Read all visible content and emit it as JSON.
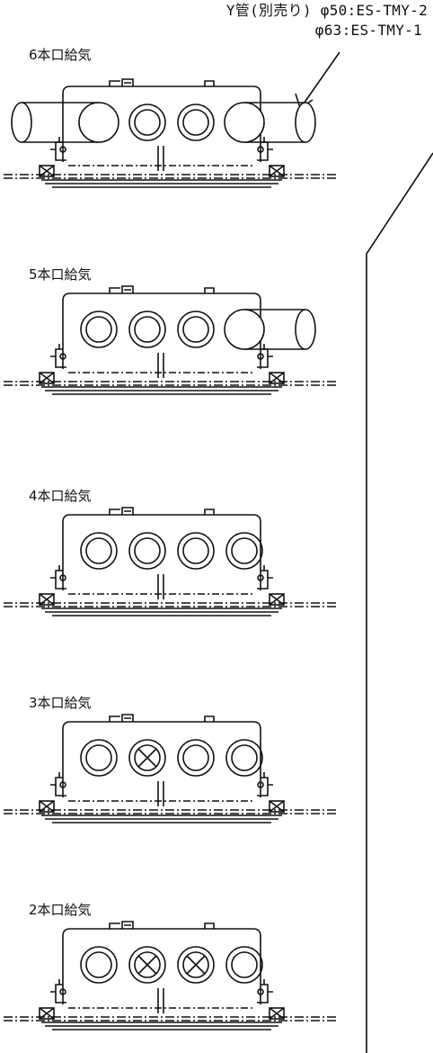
{
  "note": {
    "line1": "Y管(別売り) φ50:ES-TMY-2",
    "line2": "φ63:ES-TMY-1"
  },
  "sections": [
    {
      "label": "6本口給気",
      "ports": [
        "y-pipe",
        "open",
        "open",
        "y-pipe"
      ]
    },
    {
      "label": "5本口給気",
      "ports": [
        "open",
        "open",
        "open",
        "y-pipe"
      ]
    },
    {
      "label": "4本口給気",
      "ports": [
        "open",
        "open",
        "open",
        "open"
      ]
    },
    {
      "label": "3本口給気",
      "ports": [
        "open",
        "closed",
        "open",
        "open"
      ]
    },
    {
      "label": "2本口給気",
      "ports": [
        "open",
        "closed",
        "closed",
        "open"
      ]
    }
  ]
}
